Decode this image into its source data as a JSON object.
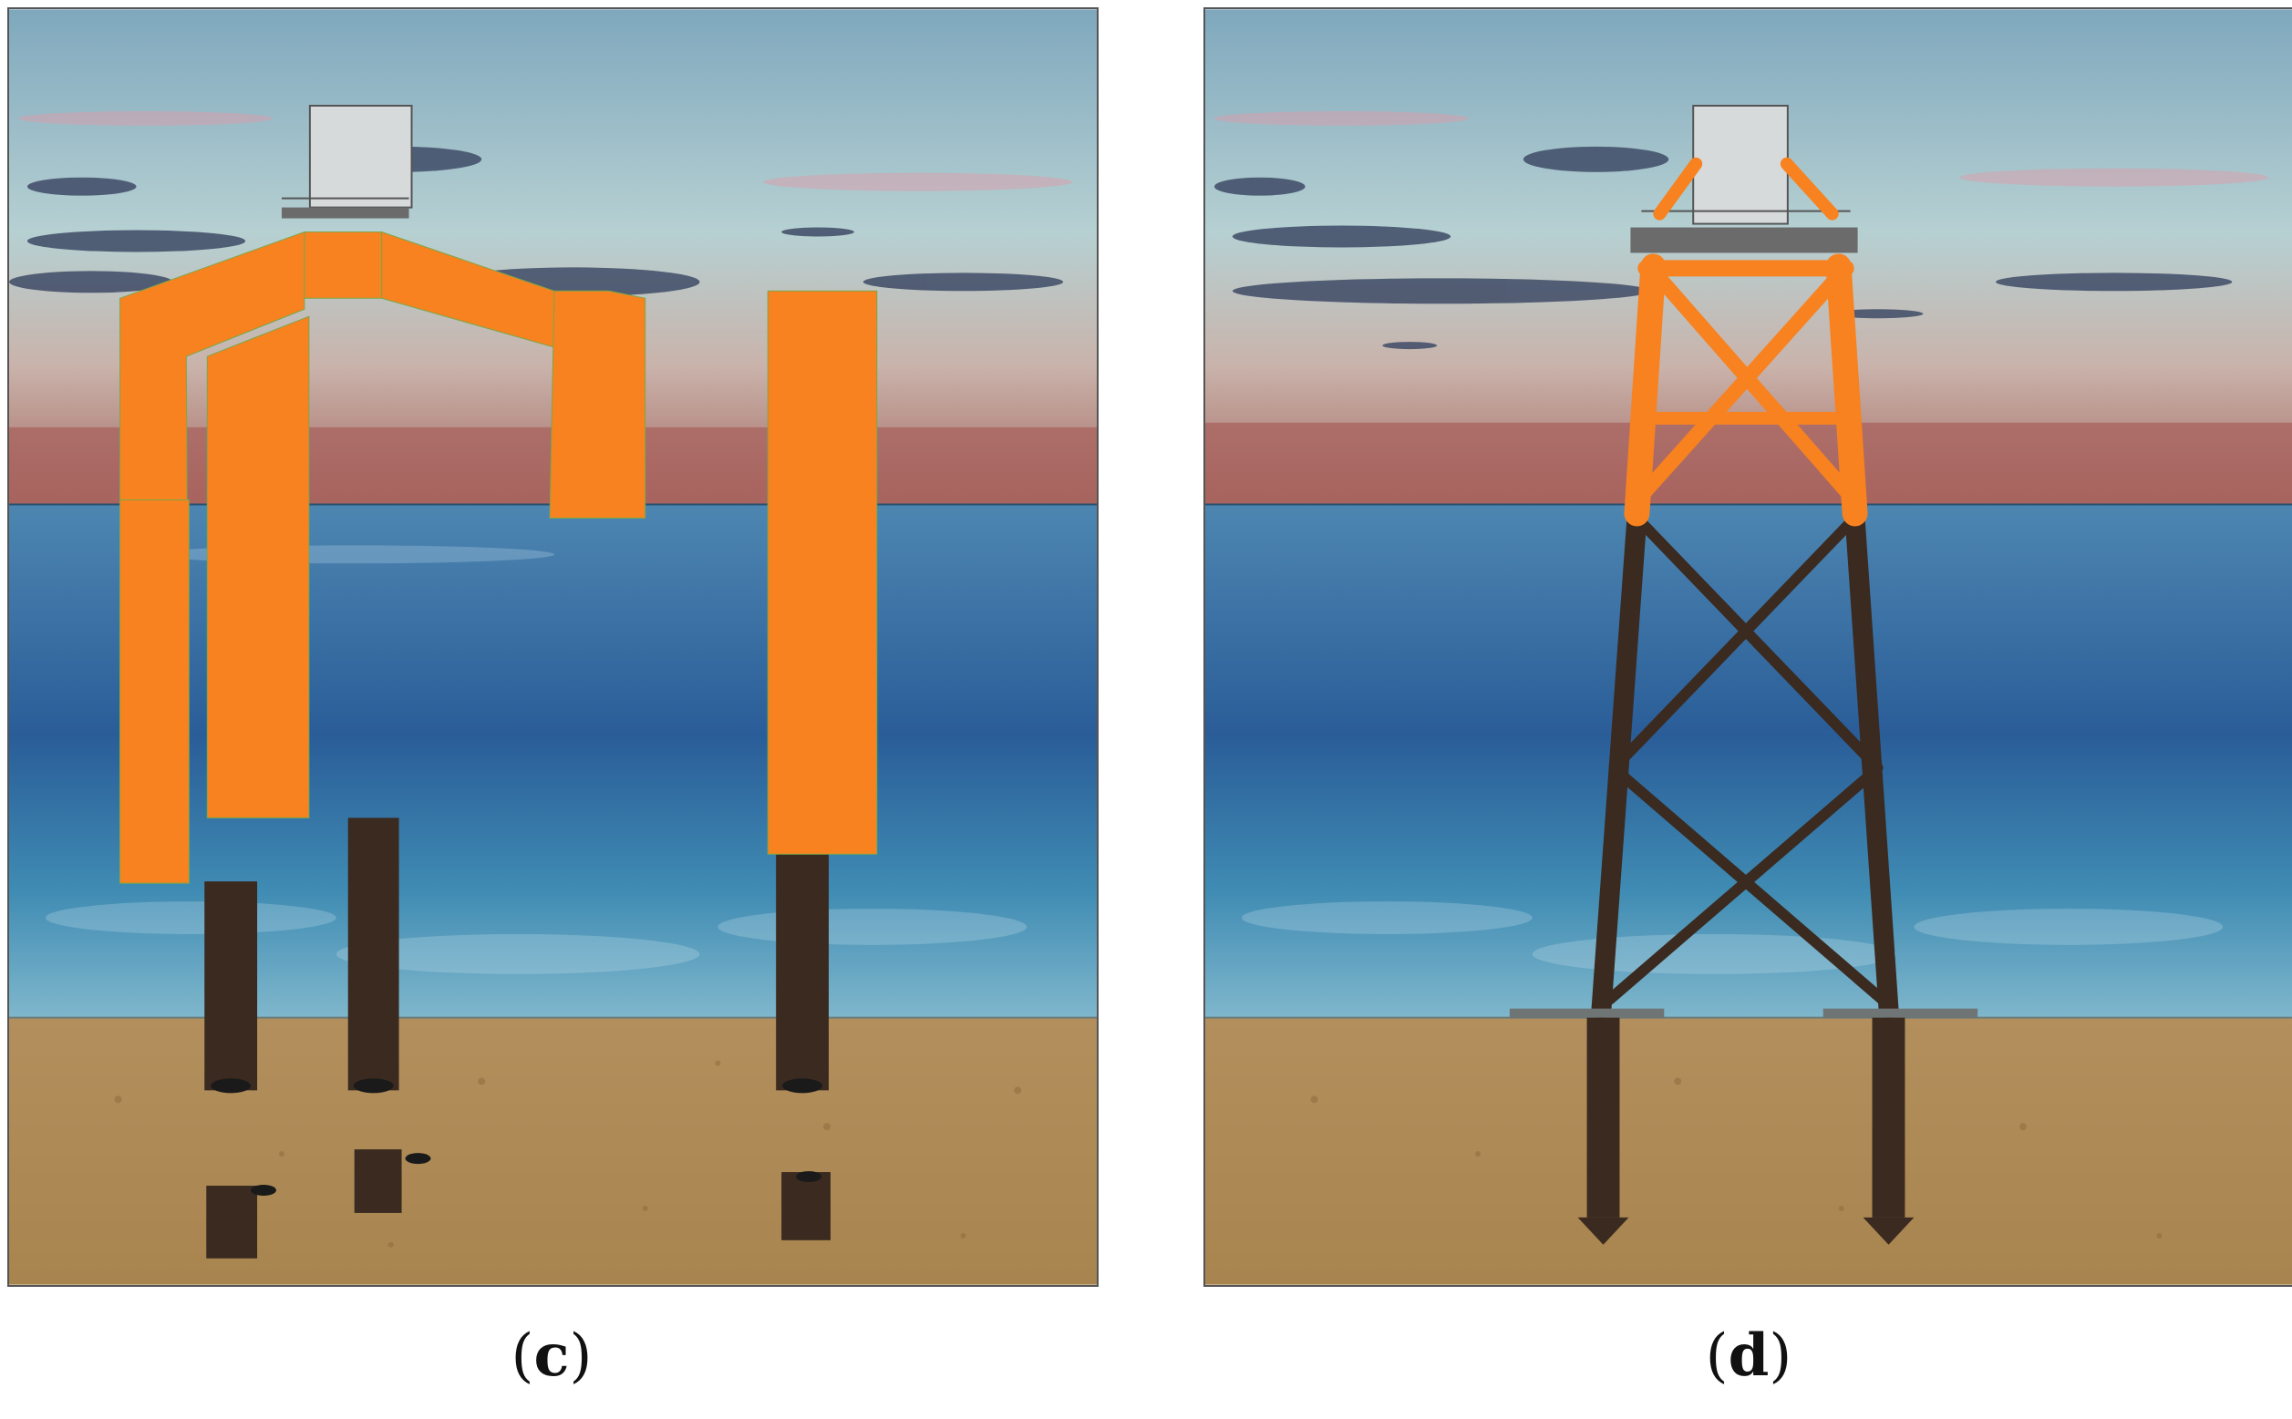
{
  "panels": [
    {
      "id": "c",
      "caption_letter": "c"
    },
    {
      "id": "d",
      "caption_letter": "d"
    }
  ],
  "colors": {
    "highlight": "#f7821f",
    "steel": "#3a2a20",
    "sea": "#2c6fa5",
    "seabed": "#b08d5c",
    "sky": "#a6c6cc"
  }
}
